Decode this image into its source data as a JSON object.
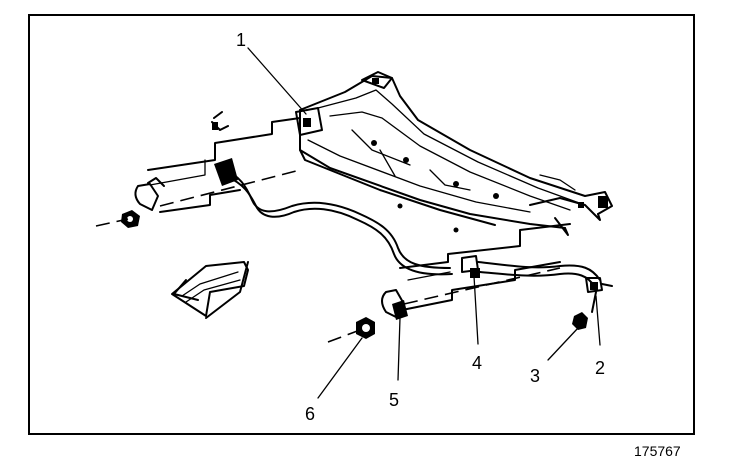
{
  "callouts": [
    {
      "id": "1",
      "text": "1"
    },
    {
      "id": "2",
      "text": "2"
    },
    {
      "id": "3",
      "text": "3"
    },
    {
      "id": "4",
      "text": "4"
    },
    {
      "id": "5",
      "text": "5"
    },
    {
      "id": "6",
      "text": "6"
    }
  ],
  "figure_number": "175767",
  "colors": {
    "ink": "#000000",
    "paper": "#ffffff"
  },
  "icons": [
    "direction-arrow-icon"
  ]
}
